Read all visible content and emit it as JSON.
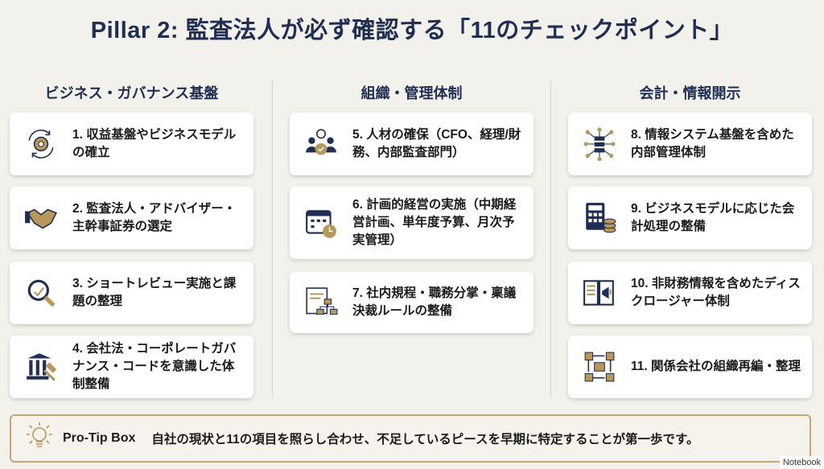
{
  "title": "Pillar 2: 監査法人が必ず確認する「11のチェックポイント」",
  "columns": [
    {
      "header": "ビジネス・ガバナンス基盤",
      "items": [
        {
          "icon": "gear-cycle-icon",
          "text": "1. 収益基盤やビジネスモデルの確立"
        },
        {
          "icon": "handshake-icon",
          "text": "2. 監査法人・アドバイザー・主幹事証券の選定"
        },
        {
          "icon": "magnifier-icon",
          "text": "3. ショートレビュー実施と課題の整理"
        },
        {
          "icon": "courthouse-gavel-icon",
          "text": "4. 会社法・コーポレートガバナンス・コードを意識した体制整備"
        }
      ]
    },
    {
      "header": "組織・管理体制",
      "items": [
        {
          "icon": "people-badge-icon",
          "text": "5. 人材の確保（CFO、経理/財務、内部監査部門）"
        },
        {
          "icon": "calendar-clock-icon",
          "text": "6. 計画的経営の実施（中期経営計画、単年度予算、月次予実管理）"
        },
        {
          "icon": "document-flowchart-icon",
          "text": "7. 社内規程・職務分掌・稟議決裁ルールの整備"
        }
      ]
    },
    {
      "header": "会計・情報開示",
      "items": [
        {
          "icon": "server-network-icon",
          "text": "8. 情報システム基盤を含めた内部管理体制"
        },
        {
          "icon": "calculator-coins-icon",
          "text": "9. ビジネスモデルに応じた会計処理の整備"
        },
        {
          "icon": "book-megaphone-icon",
          "text": "10. 非財務情報を含めたディスクロージャー体制"
        },
        {
          "icon": "reorganize-icon",
          "text": "11. 関係会社の組織再編・整理"
        }
      ]
    }
  ],
  "tip": {
    "icon": "lightbulb-icon",
    "label": "Pro-Tip Box",
    "text": "自社の現状と11の項目を照らし合わせ、不足しているピースを早期に特定することが第一歩です。"
  },
  "brand": "Notebook",
  "colors": {
    "navy": "#1f2e52",
    "gold": "#b8975a",
    "background": "#f3f1eb"
  }
}
